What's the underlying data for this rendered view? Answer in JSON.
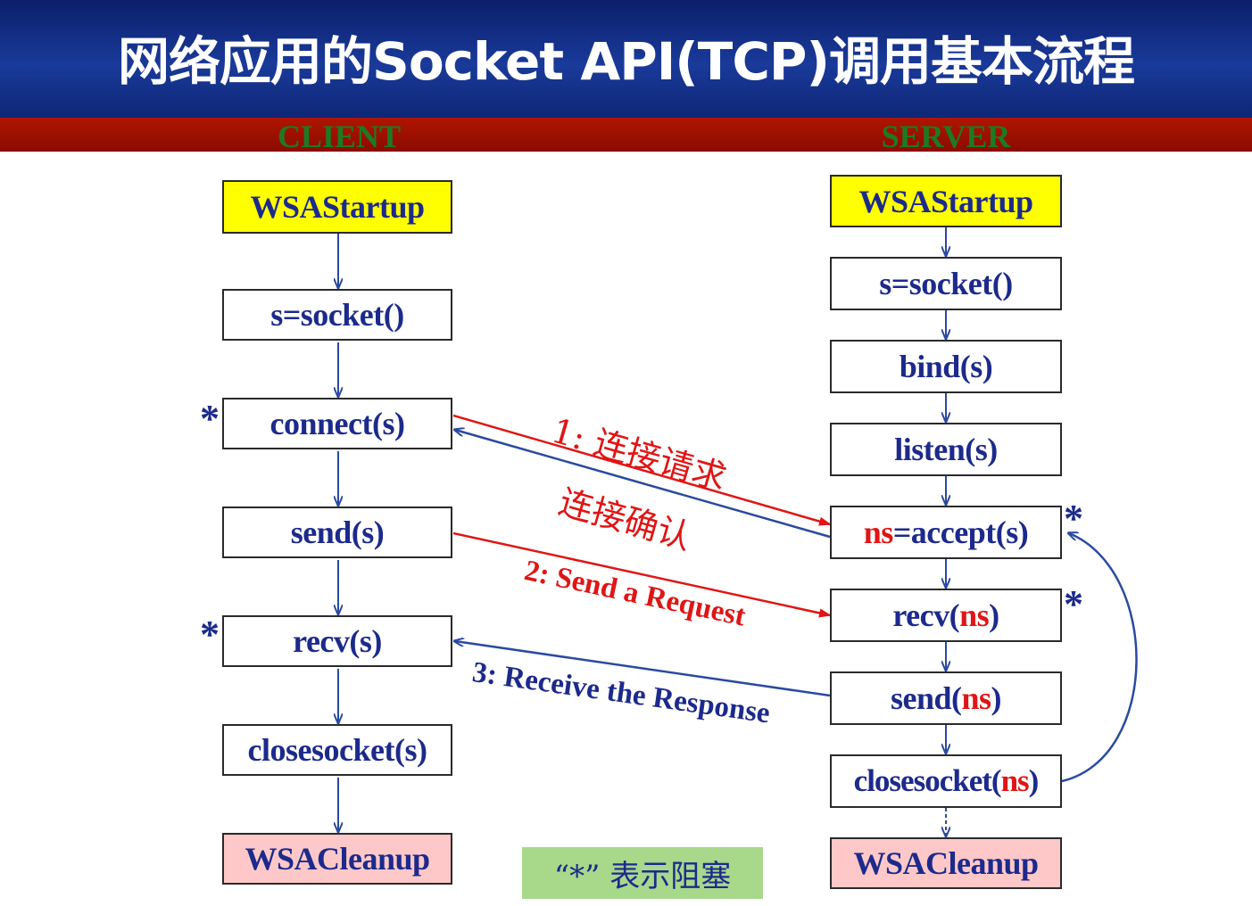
{
  "title": "网络应用的Socket API(TCP)调用基本流程",
  "columns": {
    "client": "CLIENT",
    "server": "SERVER"
  },
  "client_steps": {
    "wsastartup": "WSAStartup",
    "socket": "s=socket()",
    "connect": "connect(s)",
    "send": "send(s)",
    "recv": "recv(s)",
    "closesocket": "closesocket(s)",
    "wsacleanup": "WSACleanup"
  },
  "server_steps": {
    "wsastartup": "WSAStartup",
    "socket": "s=socket()",
    "bind": "bind(s)",
    "listen": "listen(s)",
    "accept_ns": "ns",
    "accept_rest": "=accept(s)",
    "recv_pre": "recv(",
    "recv_ns": "ns",
    "recv_post": ")",
    "send_pre": "send(",
    "send_ns": "ns",
    "send_post": ")",
    "close_pre": "closesocket(",
    "close_ns": "ns",
    "close_post": ")",
    "wsacleanup": "WSACleanup"
  },
  "blocking_marker": "*",
  "messages": {
    "m1": "1:  连接请求",
    "m1_ack": "连接确认",
    "m2": "2: Send a Request",
    "m3": "3: Receive the Response"
  },
  "legend": "“*”  表示阻塞",
  "colors": {
    "request": "#e01515",
    "response": "#2a4aa0",
    "flow": "#2a4aa0"
  }
}
